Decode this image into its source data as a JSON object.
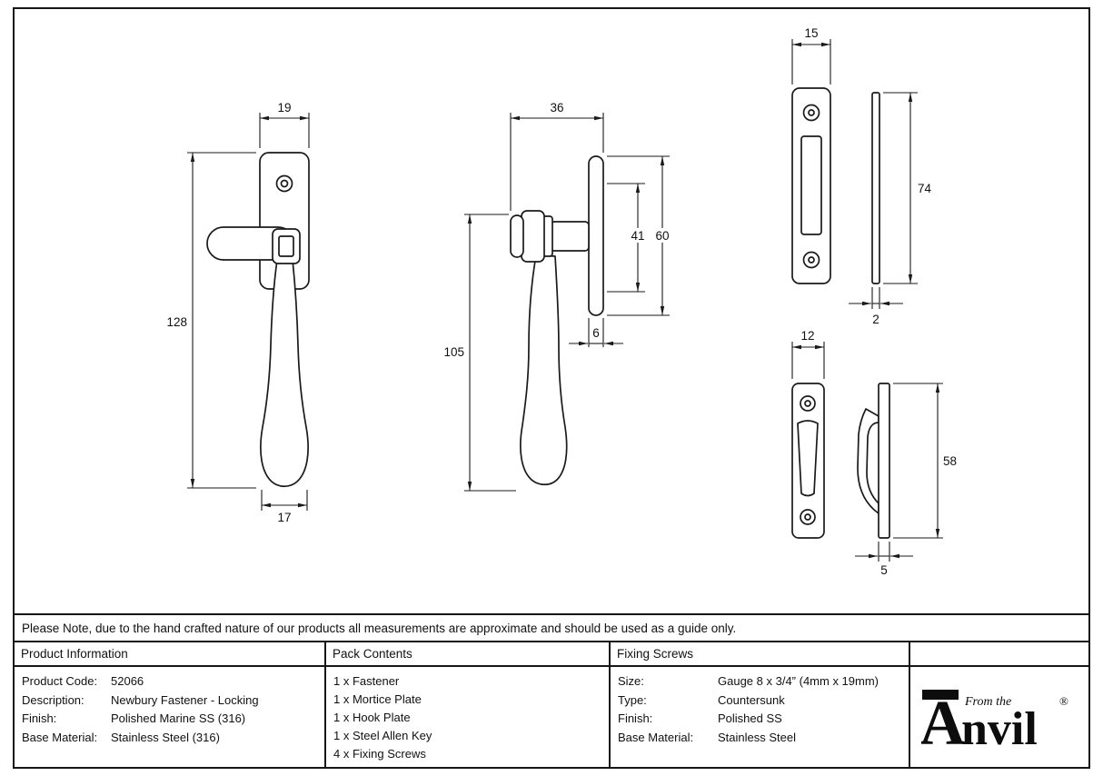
{
  "note": "Please Note, due to the hand crafted nature of our products all measurements are approximate and should be used as a guide only.",
  "drawings": {
    "front": {
      "width": "19",
      "height": "128",
      "bottom_width": "17"
    },
    "side": {
      "width": "36",
      "height": "105",
      "dim_41": "41",
      "dim_60": "60",
      "thickness": "6"
    },
    "mortice_plate": {
      "width": "15",
      "height": "74",
      "thickness": "2"
    },
    "hook_plate": {
      "width": "12",
      "height": "58",
      "thickness": "5"
    }
  },
  "table": {
    "product_information": {
      "header": "Product Information",
      "rows": [
        {
          "label": "Product Code:",
          "value": "52066"
        },
        {
          "label": "Description:",
          "value": "Newbury Fastener - Locking"
        },
        {
          "label": "Finish:",
          "value": "Polished Marine SS (316)"
        },
        {
          "label": "Base Material:",
          "value": "Stainless Steel (316)"
        }
      ]
    },
    "pack_contents": {
      "header": "Pack Contents",
      "items": [
        "1 x Fastener",
        "1 x Mortice Plate",
        "1 x Hook Plate",
        "1 x Steel Allen Key",
        "4 x Fixing Screws"
      ]
    },
    "fixing_screws": {
      "header": "Fixing Screws",
      "rows": [
        {
          "label": "Size:",
          "value": "Gauge 8 x 3/4” (4mm x 19mm)"
        },
        {
          "label": "Type:",
          "value": "Countersunk"
        },
        {
          "label": "Finish:",
          "value": "Polished SS"
        },
        {
          "label": "Base Material:",
          "value": "Stainless Steel"
        }
      ]
    }
  },
  "logo": {
    "tagline": "From the",
    "brand_a": "A",
    "brand_rest": "nvil",
    "registered": "®"
  }
}
